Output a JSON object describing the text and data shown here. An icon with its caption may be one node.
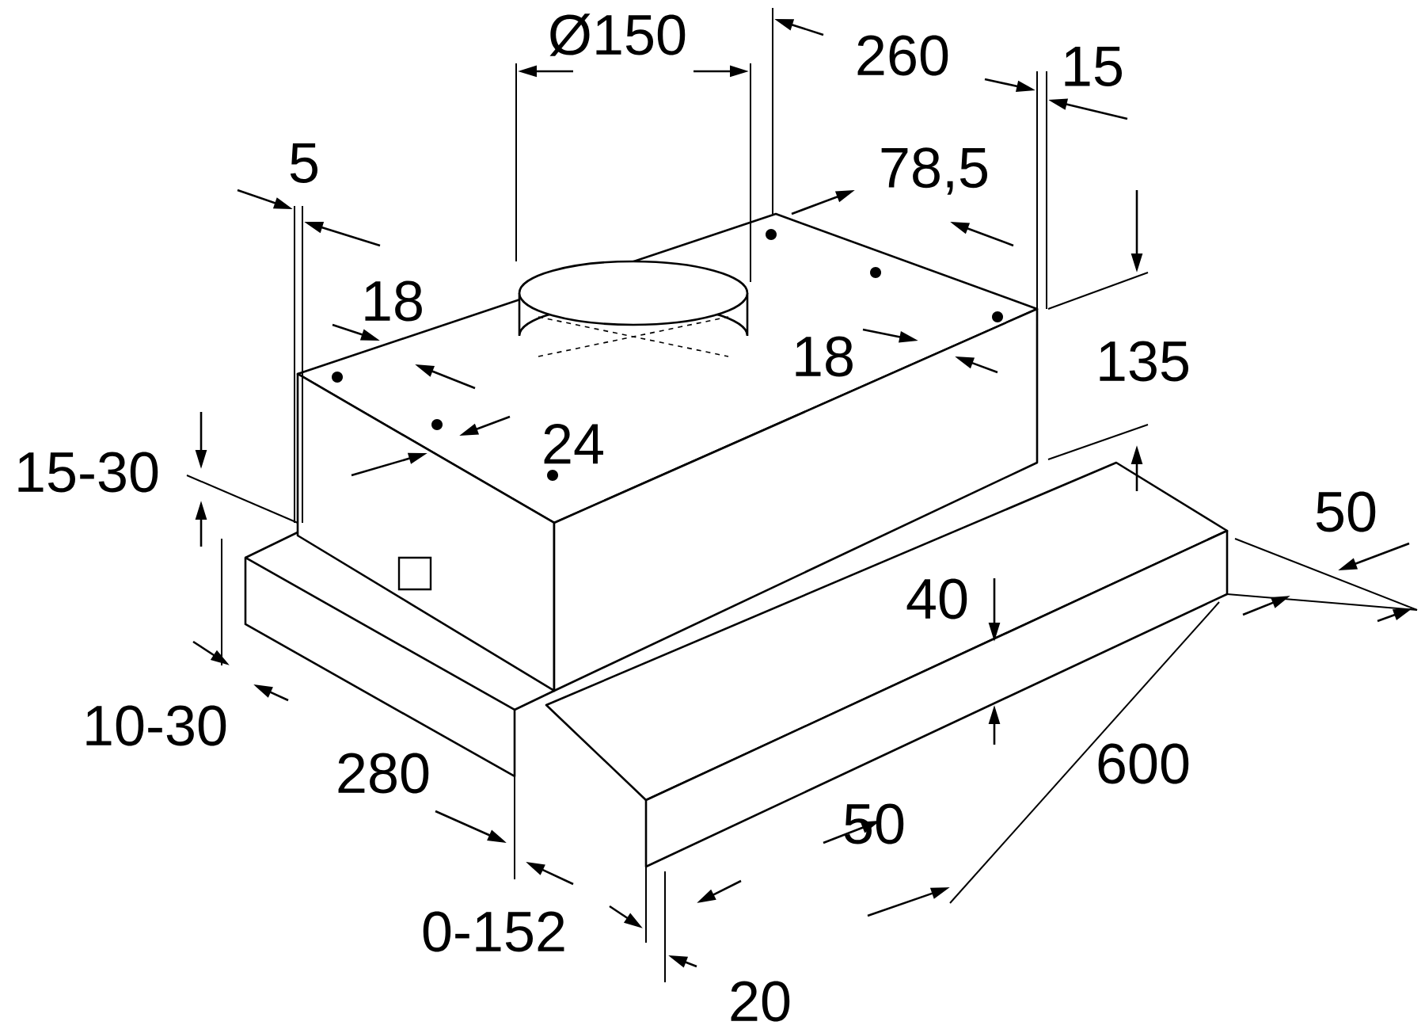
{
  "diagram": {
    "labels": [
      "Ø150",
      "260",
      "15",
      "5",
      "78,5",
      "18",
      "18",
      "135",
      "24",
      "15-30",
      "50",
      "40",
      "10-30",
      "280",
      "600",
      "50",
      "0-152",
      "20"
    ]
  }
}
